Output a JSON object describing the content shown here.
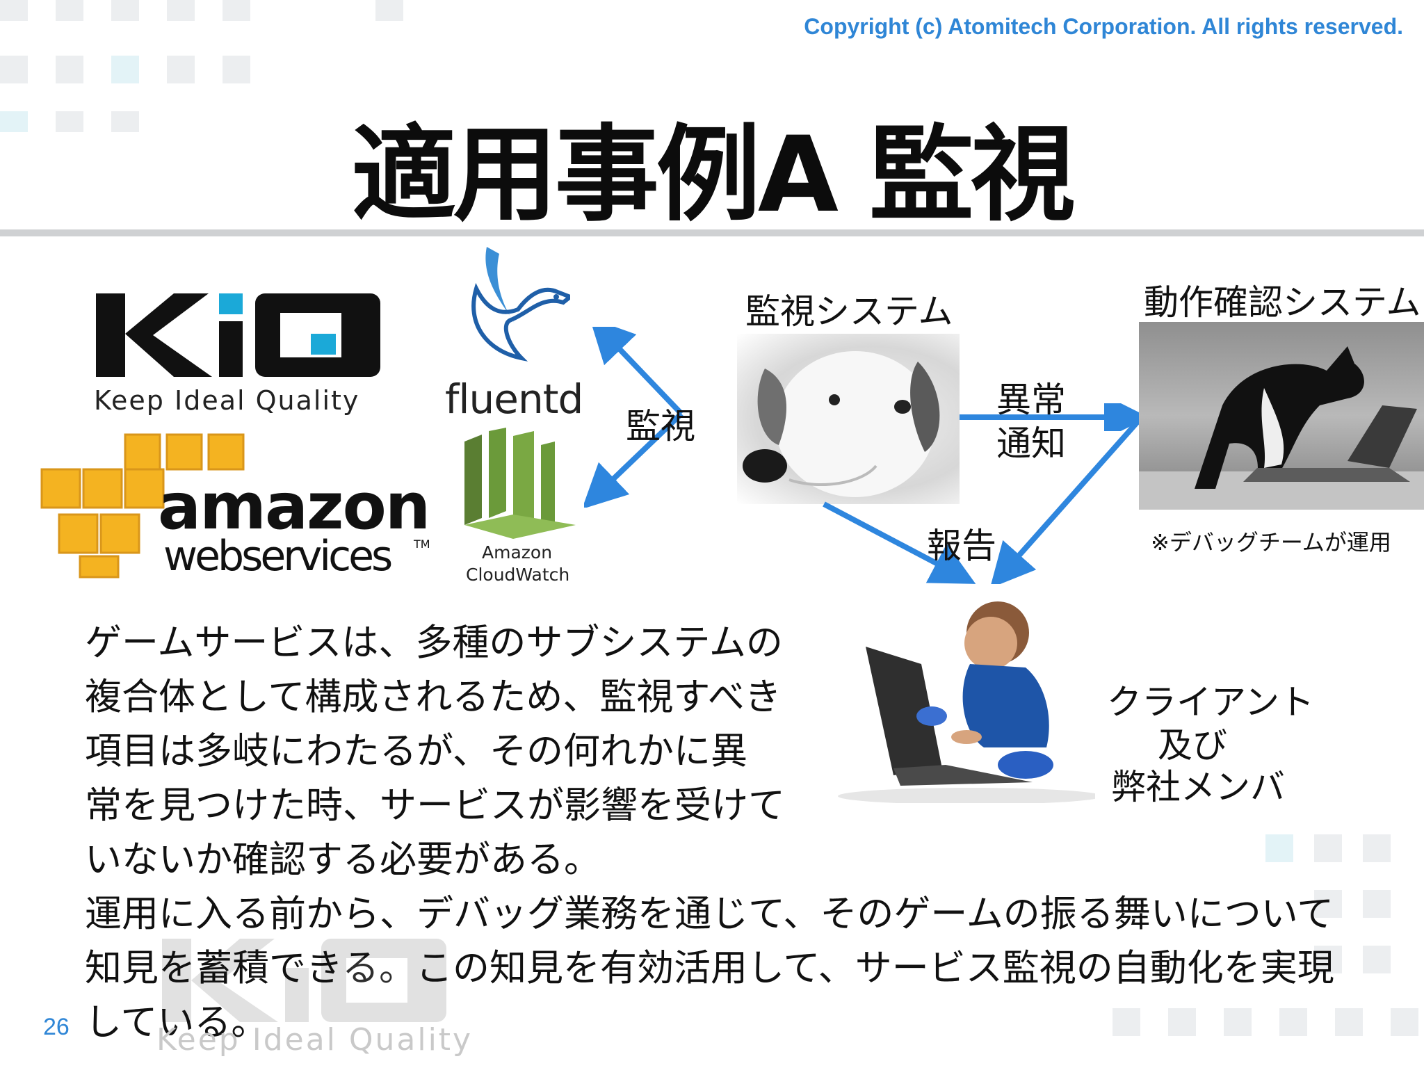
{
  "copyright": "Copyright (c) Atomitech Corporation. All rights reserved.",
  "title": "適用事例A 監視",
  "kiq": {
    "letters": "KiQ",
    "tagline": "Keep Ideal Quality"
  },
  "aws": {
    "word1": "amazon",
    "word2": "webservices",
    "tm": "TM"
  },
  "fluentd": "fluentd",
  "cloudwatch": {
    "line1": "Amazon",
    "line2": "CloudWatch"
  },
  "labels": {
    "monitor_arrow": "監視",
    "monitor_system": "監視システム",
    "anomaly": "異常",
    "notify": "通知",
    "report": "報告",
    "verify_system": "動作確認システム",
    "debug_note": "※デバッグチームが運用",
    "client": "クライアント",
    "and": "及び",
    "members": "弊社メンバ"
  },
  "body": {
    "para1": "ゲームサービスは、多種のサブシステムの\n複合体として構成されるため、監視すべき\n項目は多岐にわたるが、その何れかに異\n常を見つけた時、サービスが影響を受けて\nいないか確認する必要がある。",
    "para2": "運用に入る前から、デバッグ業務を通じて、そのゲームの振る舞いについて\n知見を蓄積できる。この知見を有効活用して、サービス監視の自動化を実現\nしている。"
  },
  "page_number": "26",
  "colors": {
    "accent_blue": "#2f86d6",
    "arrow_blue": "#2e86de",
    "kiq_cyan": "#1ba9d8",
    "aws_orange": "#f4b321"
  }
}
